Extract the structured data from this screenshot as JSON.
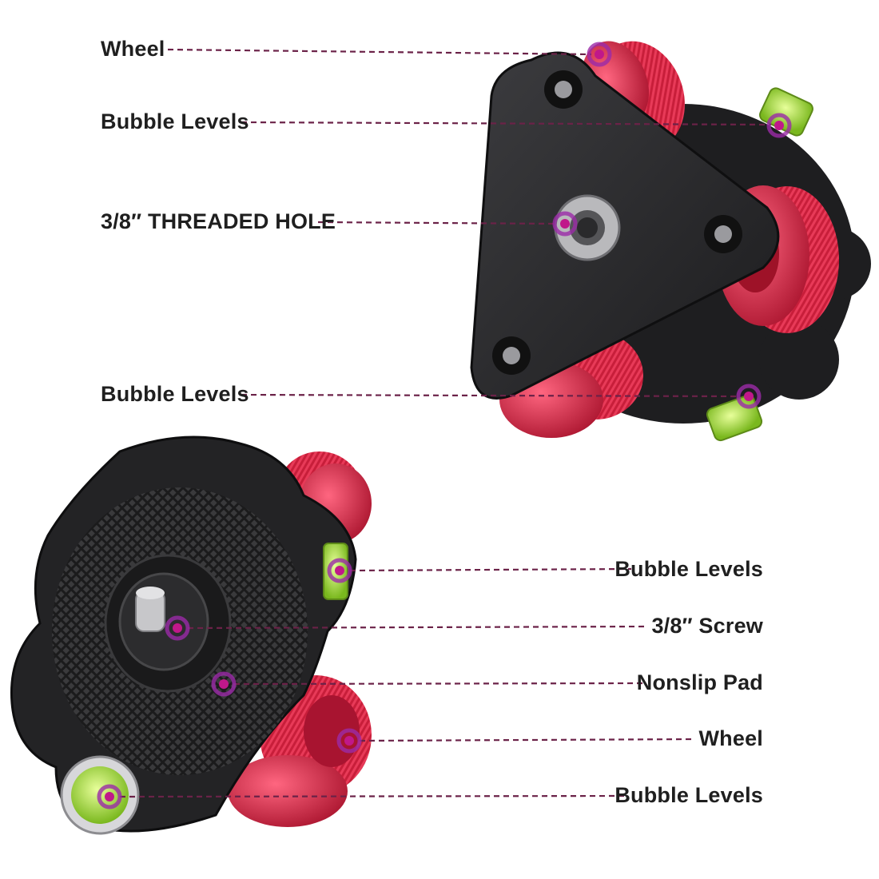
{
  "colors": {
    "body_dark": "#2b2b2d",
    "wheel_red": "#d8243f",
    "leader": "#6b2248",
    "dot": "#c0188a",
    "level_green": "#9fd23a"
  },
  "top_callouts": [
    {
      "id": "wheel",
      "label": "Wheel"
    },
    {
      "id": "bubble-levels-1",
      "label": "Bubble Levels"
    },
    {
      "id": "threaded-hole",
      "label": "3/8″ THREADED HOLE"
    },
    {
      "id": "bubble-levels-2",
      "label": "Bubble Levels"
    }
  ],
  "bottom_callouts": [
    {
      "id": "bubble-levels-3",
      "label": "Bubble Levels"
    },
    {
      "id": "screw",
      "label": "3/8″ Screw"
    },
    {
      "id": "nonslip-pad",
      "label": "Nonslip Pad"
    },
    {
      "id": "wheel-2",
      "label": "Wheel"
    },
    {
      "id": "bubble-levels-4",
      "label": "Bubble Levels"
    }
  ]
}
